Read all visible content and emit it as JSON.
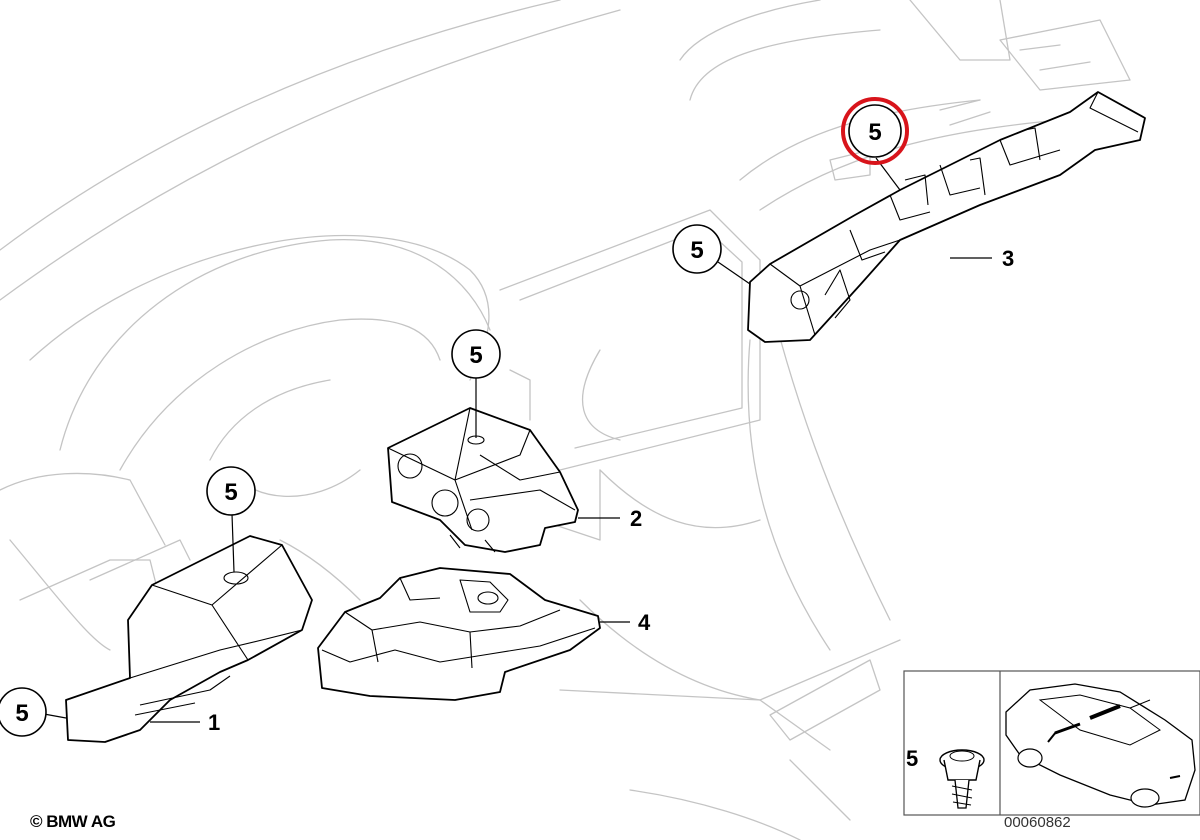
{
  "callouts": {
    "c1": "5",
    "c2": "5",
    "c3": "5",
    "c4": "5",
    "c5": "5"
  },
  "part_labels": {
    "p1": "1",
    "p2": "2",
    "p3": "3",
    "p4": "4"
  },
  "inset": {
    "part_label": "5"
  },
  "footer": {
    "copyright": "© BMW AG",
    "diagram_id": "00060862"
  },
  "colors": {
    "highlight": "#d8141b",
    "ghost_lines": "#c4c4c4",
    "ink": "#000000"
  }
}
